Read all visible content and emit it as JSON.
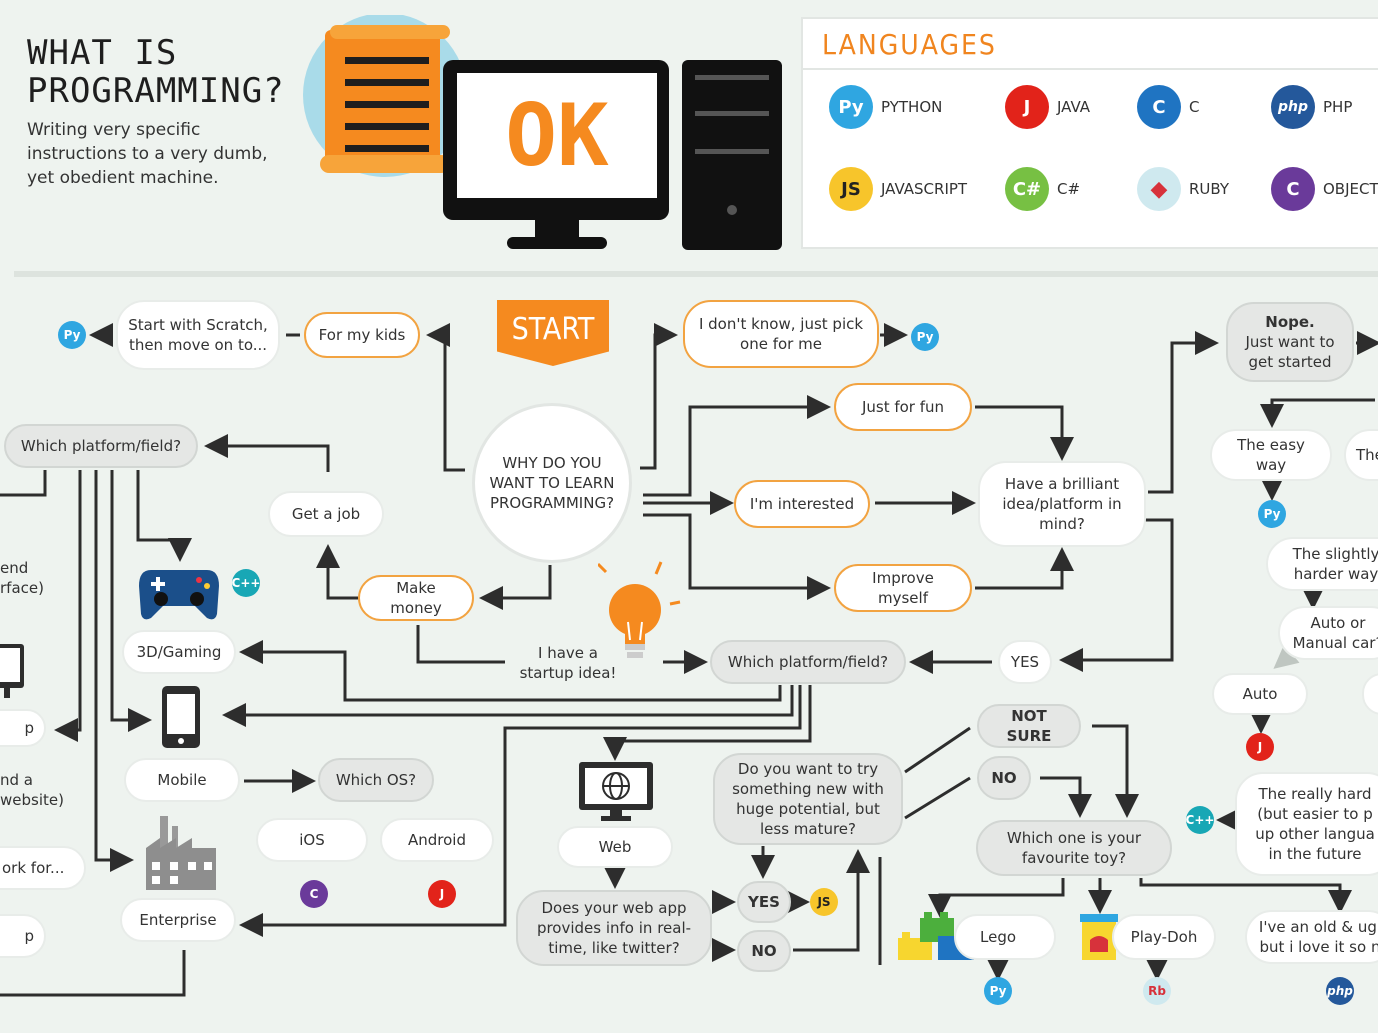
{
  "header": {
    "title_line1": "WHAT IS",
    "title_line2": "PROGRAMMING?",
    "subtitle": "Writing very specific instructions to a very dumb, yet obedient machine."
  },
  "monitor": {
    "screen_text": "OK"
  },
  "languages": {
    "title": "LANGUAGES",
    "items": [
      {
        "label": "PYTHON",
        "icon": "python-icon",
        "color": "#2fa6e1"
      },
      {
        "label": "JAVA",
        "icon": "java-icon",
        "color": "#e2231a"
      },
      {
        "label": "C",
        "icon": "c-icon",
        "color": "#1f74c2"
      },
      {
        "label": "PHP",
        "icon": "php-icon",
        "color": "#24589b"
      },
      {
        "label": "JAVASCRIPT",
        "icon": "javascript-icon",
        "color": "#f7c52b"
      },
      {
        "label": "C#",
        "icon": "csharp-icon",
        "color": "#77c043"
      },
      {
        "label": "RUBY",
        "icon": "ruby-icon",
        "color": "#d7323b"
      },
      {
        "label": "OBJECTI",
        "icon": "objective-c-icon",
        "color": "#6a3a9a"
      }
    ]
  },
  "start": {
    "label": "START"
  },
  "nodes": {
    "center": "WHY DO YOU WANT TO LEARN PROGRAMMING?",
    "for_kids": "For my kids",
    "scratch": "Start with Scratch, then move on to...",
    "dont_know": "I don't know, just pick one for me",
    "just_fun": "Just for fun",
    "interested": "I'm interested",
    "improve": "Improve myself",
    "brilliant": "Have a brilliant idea/platform in mind?",
    "nope": "Nope.",
    "nope_sub": "Just want to get started",
    "easy_way": "The easy way",
    "the_cut": "The",
    "slightly_harder": "The slightly harder way",
    "auto_manual": "Auto or Manual car?",
    "auto": "Auto",
    "really_hard": "The really hard (but easier to p up other langua in the future",
    "old_ugly": "I've an old & ugl but i love it so n",
    "which_platform_left": "Which platform/field?",
    "get_job": "Get a job",
    "make_money": "Make money",
    "startup": "I have a startup idea!",
    "which_platform_mid": "Which platform/field?",
    "yes_right": "YES",
    "end_iface": "end rface)",
    "end_website": "nd a website)",
    "p_cut": "p",
    "p_cut2": "p",
    "work_for": "ork for...",
    "gaming": "3D/Gaming",
    "mobile": "Mobile",
    "which_os": "Which OS?",
    "ios": "iOS",
    "android": "Android",
    "enterprise": "Enterprise",
    "web": "Web",
    "something_new": "Do you want to try something new with huge potential, but less mature?",
    "realtime": "Does your web app provides info in real-time, like twitter?",
    "yes_web": "YES",
    "no_web": "NO",
    "not_sure": "NOT SURE",
    "no_right": "NO",
    "toy": "Which one is your favourite toy?",
    "lego": "Lego",
    "playdoh": "Play-Doh"
  },
  "mini_icons": {
    "python": "Py",
    "c": "C",
    "cpp": "C++",
    "java": "J",
    "js": "JS",
    "ruby": "Rb",
    "php": "php"
  }
}
